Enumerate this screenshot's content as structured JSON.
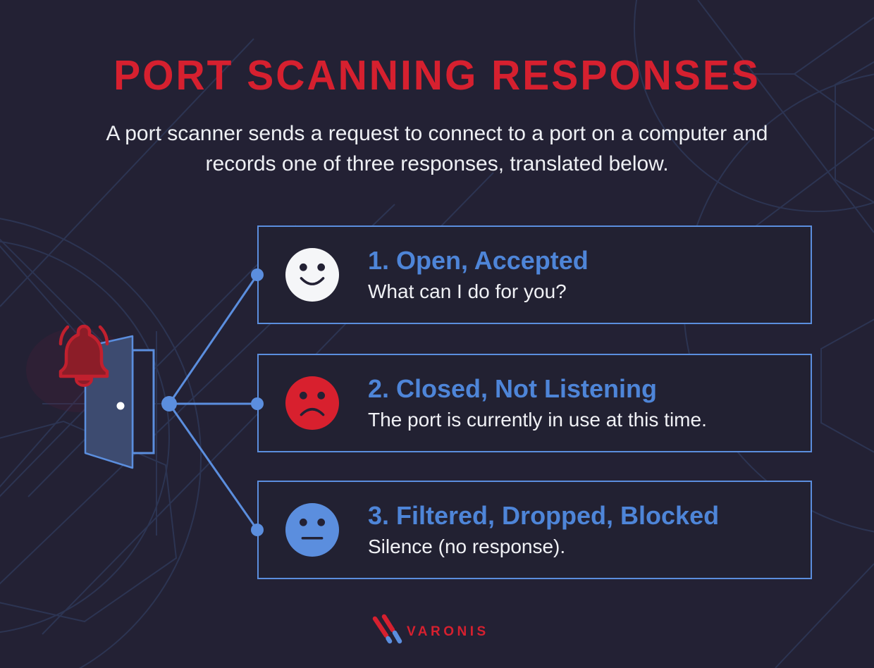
{
  "colors": {
    "background": "#232134",
    "accent_blue": "#5b8ede",
    "heading_blue": "#4e85d8",
    "title_red": "#d6202f",
    "face_red": "#d8202e",
    "face_white": "#f5f6f8",
    "bell_fill": "#8c1d28",
    "bell_stroke": "#c1202e",
    "door_fill": "#3d4b70",
    "body_text": "#f0f1f5",
    "pattern_line": "#303b5c"
  },
  "header": {
    "title": "PORT SCANNING RESPONSES",
    "subtitle": "A port scanner sends a request to connect to a port on a computer and records one of three responses, translated below."
  },
  "responses": [
    {
      "face": "happy-face",
      "face_color": "#f5f6f8",
      "heading": "1. Open, Accepted",
      "description": "What can I do for you?"
    },
    {
      "face": "sad-face",
      "face_color": "#d8202e",
      "heading": "2. Closed, Not Listening",
      "description": "The port is currently in use at this time."
    },
    {
      "face": "neutral-face",
      "face_color": "#5b8ede",
      "heading": "3. Filtered, Dropped, Blocked",
      "description": "Silence (no response)."
    }
  ],
  "footer": {
    "brand": "VARONIS"
  }
}
